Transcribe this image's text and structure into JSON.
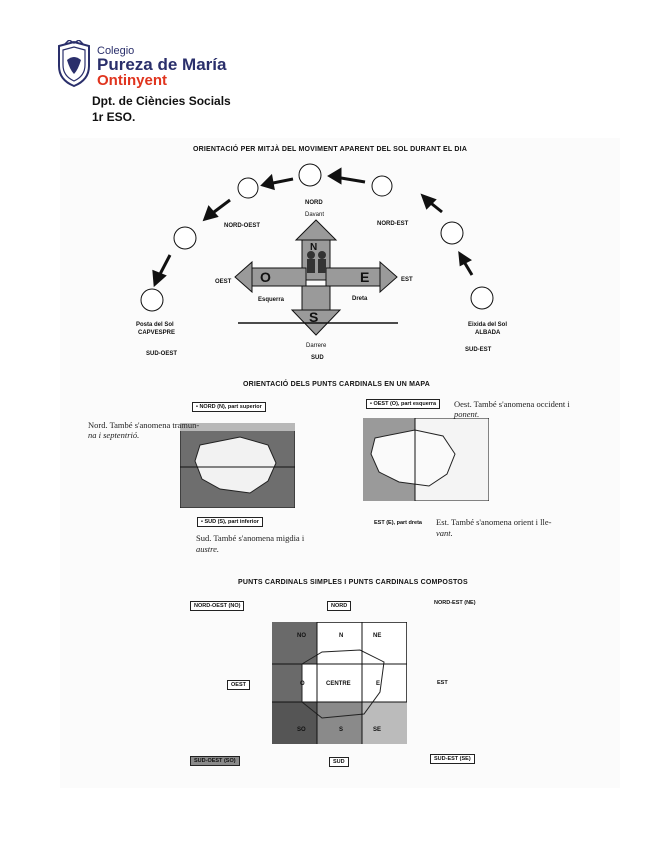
{
  "header": {
    "logo_colegio": "Colegio",
    "logo_name": "Pureza de María",
    "logo_city": "Ontinyent",
    "department": "Dpt. de Ciències Socials",
    "course": "1r ESO."
  },
  "section1": {
    "title": "ORIENTACIÓ PER MITJÀ DEL MOVIMENT APARENT DEL SOL DURANT EL DIA",
    "north": "NORD",
    "front": "Davant",
    "northwest": "NORD-OEST",
    "northeast": "NORD-EST",
    "west": "OEST",
    "east": "EST",
    "left": "Esquerra",
    "right": "Dreta",
    "sunset_1": "Posta del Sol",
    "sunset_2": "CAPVESPRE",
    "sunrise_1": "Eixida del Sol",
    "sunrise_2": "ALBADA",
    "southwest": "SUD-OEST",
    "southeast": "SUD-EST",
    "behind": "Darrere",
    "south": "SUD",
    "letter_n": "N",
    "letter_s": "S",
    "letter_o": "O",
    "letter_e": "E"
  },
  "section2": {
    "title": "ORIENTACIÓ DELS PUNTS CARDINALS EN UN MAPA",
    "north_box": "• NORD (N), part superior",
    "north_note_1": "Nord. També s'anomena tramun-",
    "north_note_2": "na i septentrió.",
    "south_box": "• SUD (S), part inferior",
    "south_note_1": "Sud. També s'anomena migdia i",
    "south_note_2": "austre.",
    "west_box": "• OEST (O), part esquerra",
    "west_note_1": "Oest. També s'anomena occident i",
    "west_note_2": "ponent.",
    "east_label": "EST (E), part dreta",
    "east_note_1": "Est. També s'anomena orient i lle-",
    "east_note_2": "vant."
  },
  "section3": {
    "title": "PUNTS CARDINALS SIMPLES I PUNTS CARDINALS COMPOSTOS",
    "nw_box": "NORD-OEST (NO)",
    "n_box": "NORD",
    "ne_label": "NORD-EST (NE)",
    "w_box": "OEST",
    "e_label": "EST",
    "sw_box": "SUD-OEST (SO)",
    "s_box": "SUD",
    "se_box": "SUD-EST (SE)",
    "grid": [
      "NO",
      "N",
      "NE",
      "O",
      "CENTRE",
      "E",
      "SO",
      "S",
      "SE"
    ]
  },
  "colors": {
    "logo_navy": "#2a2f6b",
    "logo_red": "#e0341e"
  }
}
